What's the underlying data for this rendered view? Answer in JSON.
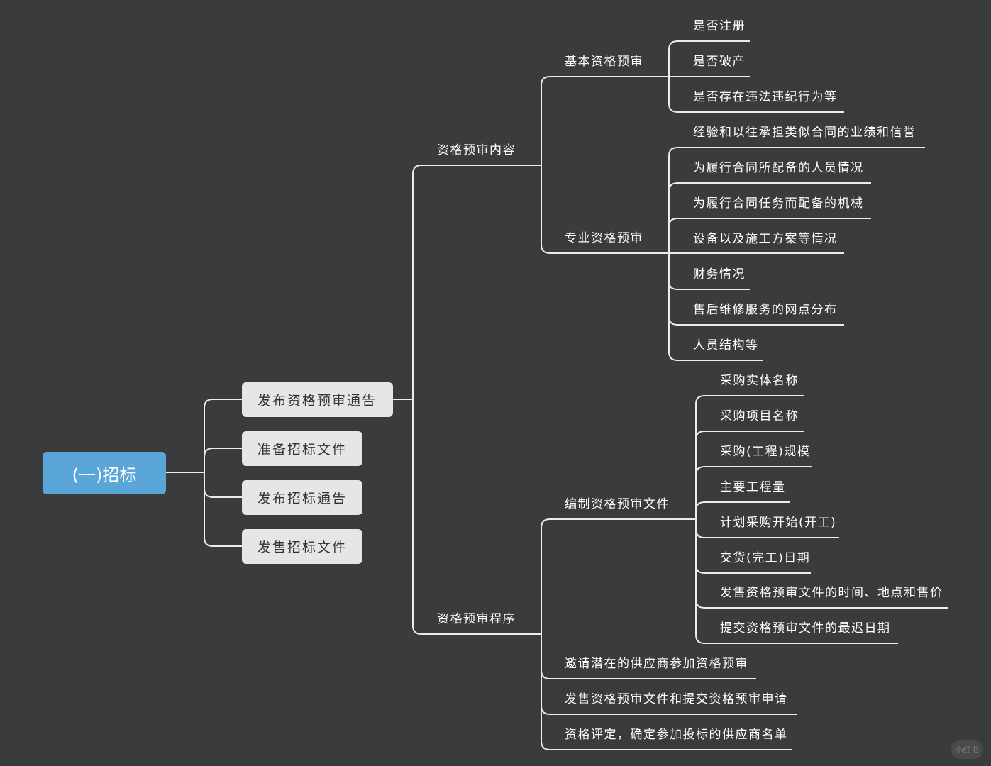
{
  "root": {
    "label": "(一)招标",
    "color": "#5aa6d8"
  },
  "level1": [
    "发布资格预审通告",
    "准备招标文件",
    "发布招标通告",
    "发售招标文件"
  ],
  "content": {
    "label": "资格预审内容",
    "basic": {
      "label": "基本资格预审",
      "items": [
        "是否注册",
        "是否破产",
        "是否存在违法违纪行为等"
      ]
    },
    "professional": {
      "label": "专业资格预审",
      "items": [
        "经验和以往承担类似合同的业绩和信誉",
        "为履行合同所配备的人员情况",
        "为履行合同任务而配备的机械",
        "设备以及施工方案等情况",
        "财务情况",
        "售后维修服务的网点分布",
        "人员结构等"
      ]
    }
  },
  "procedure": {
    "label": "资格预审程序",
    "prepare": {
      "label": "编制资格预审文件",
      "items": [
        "采购实体名称",
        "采购项目名称",
        "采购(工程)规模",
        "主要工程量",
        "计划采购开始(开工)",
        "交货(完工)日期",
        "发售资格预审文件的时间、地点和售价",
        "提交资格预审文件的最迟日期"
      ]
    },
    "steps": [
      "邀请潜在的供应商参加资格预审",
      "发售资格预审文件和提交资格预审申请",
      "资格评定，确定参加投标的供应商名单"
    ]
  },
  "watermark": "小红书",
  "colors": {
    "background": "#3a3b3d",
    "line": "#ececec"
  }
}
